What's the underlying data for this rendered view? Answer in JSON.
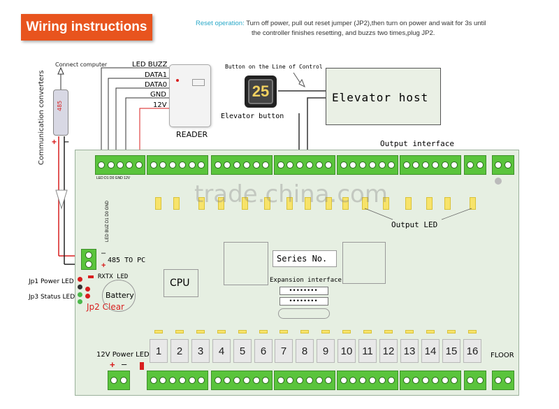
{
  "title": "Wiring instructions",
  "reset": {
    "label": "Reset operation:",
    "line1": "Turn off power, pull out reset jumper (JP2),then turn on power and wait for 3s until",
    "line2": "the controller finishes resetting, and buzzs two times,plug JP2."
  },
  "converter": {
    "connect_computer": "Connect computer",
    "label": "Communication converters",
    "port_label": "485",
    "plus": "+",
    "minus": "–"
  },
  "reader": {
    "wires": [
      "LED BUZZ",
      "DATA1",
      "DATA0",
      "GND",
      "12V"
    ],
    "name": "READER"
  },
  "elevator": {
    "button_label_line": "Button on the Line of Control",
    "button_number": "25",
    "button_caption": "Elevator button",
    "host": "Elevator host"
  },
  "board": {
    "output_interface": "Output interface",
    "output_led": "Output LED",
    "reader_pins": "LED D1 D0 GND 12V",
    "reader_pins_vertical": "LED BUZ D1 D0 GND",
    "series_no": "Series No.",
    "expansion": "Expansion interface",
    "cpu": "CPU",
    "battery": "Battery",
    "jp1": "Jp1 Power LED",
    "jp3": "Jp3 Status LED",
    "jp2": "Jp2 Clear",
    "rxtx": "RXTX LED",
    "to_pc": "485 TO PC",
    "power_led": "12V Power LED",
    "floor": "FLOOR",
    "plus": "+",
    "minus": "–",
    "floors": [
      "1",
      "2",
      "3",
      "4",
      "5",
      "6",
      "7",
      "8",
      "9",
      "10",
      "11",
      "12",
      "13",
      "14",
      "15",
      "16"
    ]
  },
  "watermark": "trade.china.com",
  "colors": {
    "badge": "#e8541e",
    "terminal": "#5ac43c",
    "board": "#e6efe2",
    "led": "#f7e36a",
    "accent_red": "#d81e1e",
    "reset_label": "#29a8c8"
  }
}
